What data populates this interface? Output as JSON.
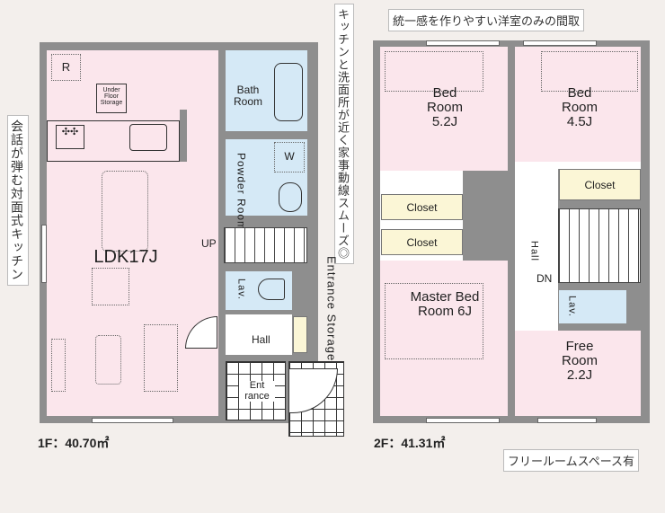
{
  "callouts": {
    "kitchen_left": "会話が弾む対面式キッチン",
    "kitchen_wash": "キッチンと洗面所が近く家事動線スムーズ◎",
    "western_rooms": "統一感を作りやすい洋室のみの間取",
    "free_room": "フリールームスペース有"
  },
  "floor1": {
    "area_label": "1F：40.70㎡",
    "rooms": {
      "ldk": "LDK17J",
      "fridge": "R",
      "under_floor": "Under Floor Storage",
      "bath": "Bath Room",
      "powder": "Powder Room",
      "washer": "W",
      "up": "UP",
      "lav": "Lav.",
      "hall": "Hall",
      "entrance": "Ent rance",
      "entrance_storage": "Entrance Storage"
    }
  },
  "floor2": {
    "area_label": "2F：41.31㎡",
    "rooms": {
      "bed1": "Bed Room 5.2J",
      "bed2": "Bed Room 4.5J",
      "closet1": "Closet",
      "closet2": "Closet",
      "closet3": "Closet",
      "master": "Master Bed Room 6J",
      "hall": "Hall",
      "dn": "DN",
      "lav": "Lav.",
      "free": "Free Room 2.2J"
    }
  }
}
